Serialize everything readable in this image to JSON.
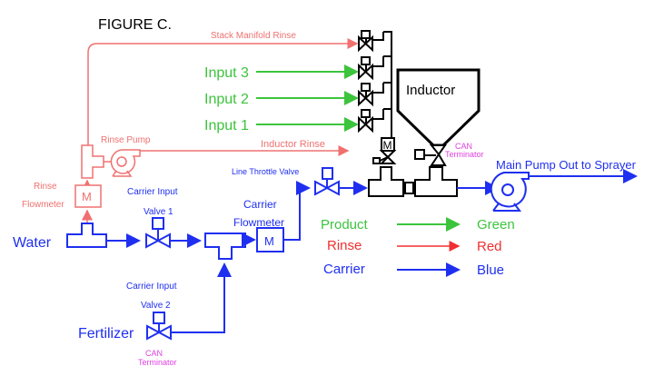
{
  "figure": {
    "title": "FIGURE C.",
    "colors": {
      "product": "#3cc43c",
      "rinse": "#f07070",
      "rinse_legend": "#f03030",
      "carrier": "#1f2ff0",
      "can": "#e040e0",
      "structure": "#000000"
    },
    "labels": {
      "stack_manifold_rinse": "Stack Manifold Rinse",
      "input3": "Input 3",
      "input2": "Input 2",
      "input1": "Input 1",
      "inductor_rinse": "Inductor Rinse",
      "rinse_pump": "Rinse Pump",
      "rinse_flowmeter_1": "Rinse",
      "rinse_flowmeter_2": "Flowmeter",
      "meter_symbol": "M",
      "inductor": "Inductor",
      "can_terminator_1": "CAN",
      "can_terminator_2": "Terminator",
      "main_pump": "Main Pump Out to Sprayer",
      "line_throttle_valve": "Line Throttle Valve",
      "carrier_input_1_a": "Carrier Input",
      "carrier_input_1_b": "Valve 1",
      "carrier_flowmeter_a": "Carrier",
      "carrier_flowmeter_b": "Flowmeter",
      "water": "Water",
      "carrier_input_2_a": "Carrier Input",
      "carrier_input_2_b": "Valve 2",
      "fertilizer": "Fertilizer"
    },
    "legend": [
      {
        "name": "Product",
        "color_name": "Green"
      },
      {
        "name": "Rinse",
        "color_name": "Red"
      },
      {
        "name": "Carrier",
        "color_name": "Blue"
      }
    ]
  }
}
